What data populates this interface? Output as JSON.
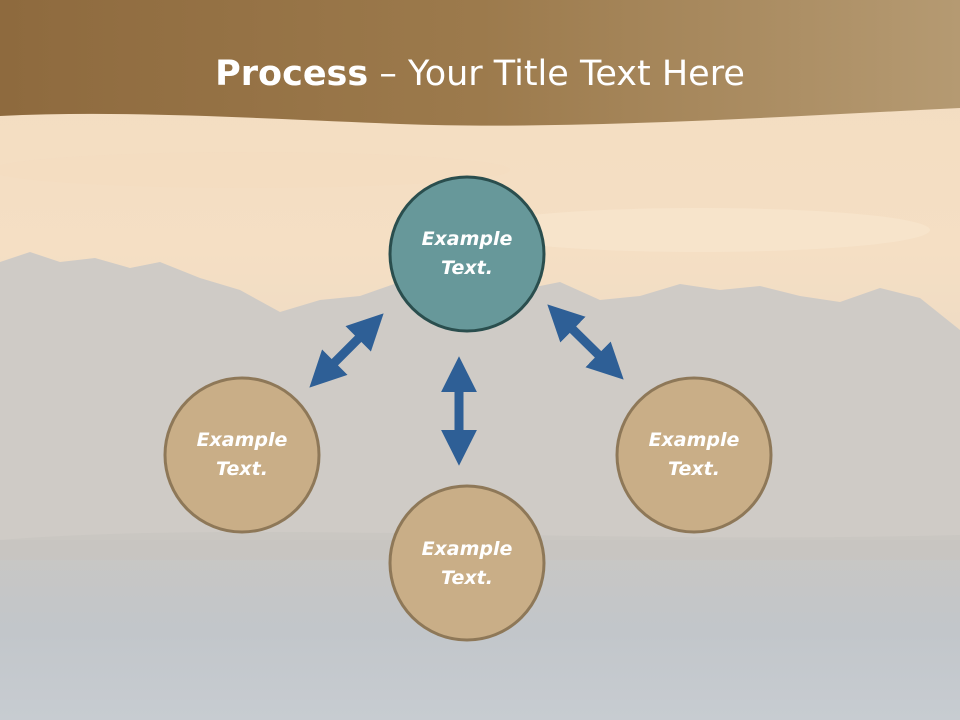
{
  "slide": {
    "title_bold": "Process",
    "title_rest": " – Your Title Text Here"
  },
  "nodes": {
    "top": {
      "line1": "Example",
      "line2": "Text."
    },
    "left": {
      "line1": "Example",
      "line2": "Text."
    },
    "right": {
      "line1": "Example",
      "line2": "Text."
    },
    "bottom": {
      "line1": "Example",
      "line2": "Text."
    }
  },
  "colors": {
    "header_band": "#9c7a48",
    "top_circle_fill": "#67989a",
    "top_circle_stroke": "#2a4e4e",
    "outer_circle_fill": "#c9ae87",
    "outer_circle_stroke": "#8e7858",
    "arrow": "#2e5f96"
  }
}
